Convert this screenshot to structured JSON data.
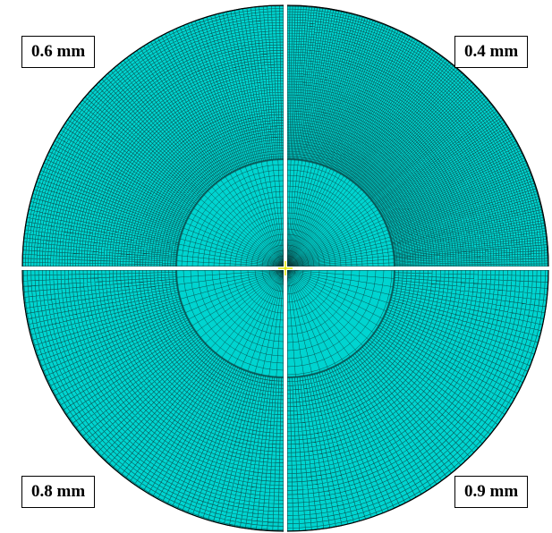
{
  "colors": {
    "mesh_fill": "#00d4d0",
    "mesh_line": "#0a3a3a",
    "background": "#ffffff",
    "gap": "#ffffff",
    "center_mark": "#e8e800"
  },
  "quadrants": [
    {
      "position": "top-left",
      "label": "0.6 mm",
      "element_size_mm": 0.6
    },
    {
      "position": "top-right",
      "label": "0.4 mm",
      "element_size_mm": 0.4
    },
    {
      "position": "bottom-left",
      "label": "0.8 mm",
      "element_size_mm": 0.8
    },
    {
      "position": "bottom-right",
      "label": "0.9 mm",
      "element_size_mm": 0.9
    }
  ]
}
